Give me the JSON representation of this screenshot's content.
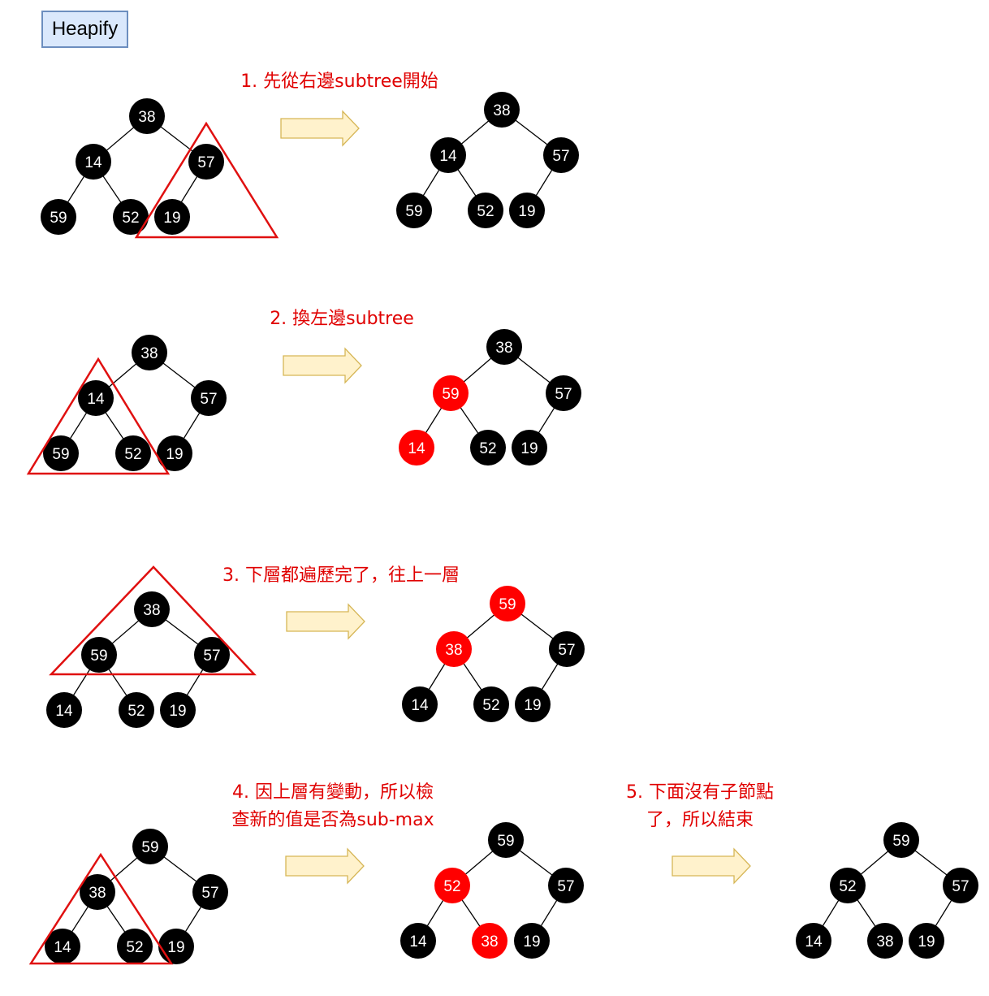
{
  "title": "Heapify",
  "colors": {
    "node_default": "#000000",
    "node_highlight": "#ff0000",
    "node_text": "#ffffff",
    "edge": "#000000",
    "triangle": "#e01010",
    "caption": "#e00000",
    "arrow_fill": "#fff2cc",
    "arrow_stroke": "#d6b656",
    "title_fill": "#dae8fc",
    "title_stroke": "#6c8ebf"
  },
  "steps": [
    {
      "caption": [
        "1. 先從右邊subtree開始"
      ],
      "before": {
        "nodes": [
          "38",
          "14",
          "57",
          "59",
          "52",
          "19"
        ],
        "highlighted": []
      },
      "after": {
        "nodes": [
          "38",
          "14",
          "57",
          "59",
          "52",
          "19"
        ],
        "highlighted": []
      }
    },
    {
      "caption": [
        "2. 換左邊subtree"
      ],
      "before": {
        "nodes": [
          "38",
          "14",
          "57",
          "59",
          "52",
          "19"
        ],
        "highlighted": []
      },
      "after": {
        "nodes": [
          "38",
          "59",
          "57",
          "14",
          "52",
          "19"
        ],
        "highlighted": [
          1,
          3
        ]
      }
    },
    {
      "caption": [
        "3. 下層都遍歷完了，往上一層"
      ],
      "before": {
        "nodes": [
          "38",
          "59",
          "57",
          "14",
          "52",
          "19"
        ],
        "highlighted": []
      },
      "after": {
        "nodes": [
          "59",
          "38",
          "57",
          "14",
          "52",
          "19"
        ],
        "highlighted": [
          0,
          1
        ]
      }
    },
    {
      "caption": [
        "4. 因上層有變動，所以檢",
        "查新的值是否為sub-max"
      ],
      "before": {
        "nodes": [
          "59",
          "38",
          "57",
          "14",
          "52",
          "19"
        ],
        "highlighted": []
      },
      "after": {
        "nodes": [
          "59",
          "52",
          "57",
          "14",
          "38",
          "19"
        ],
        "highlighted": [
          1,
          4
        ]
      }
    }
  ],
  "final": {
    "caption": [
      "5. 下面沒有子節點",
      "了，所以結束"
    ],
    "nodes": [
      "59",
      "52",
      "57",
      "14",
      "38",
      "19"
    ],
    "highlighted": []
  }
}
